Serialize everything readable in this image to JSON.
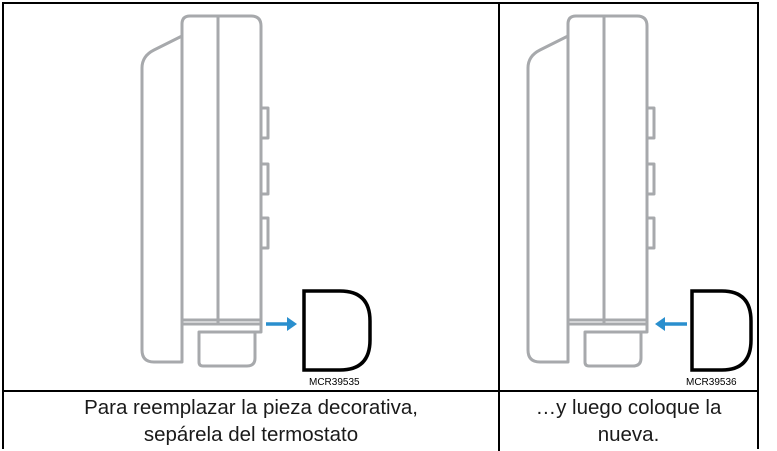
{
  "panels": [
    {
      "code": "MCR39535",
      "arrow_direction": "right",
      "caption_line1": "Para reemplazar la pieza decorativa,",
      "caption_line2": "sepárela del termostato"
    },
    {
      "code": "MCR39536",
      "arrow_direction": "left",
      "caption_line1": "…y luego coloque la",
      "caption_line2": "nueva."
    }
  ],
  "colors": {
    "device_outline": "#a7a9ac",
    "arrow": "#2a8fce",
    "trim_outline": "#000000",
    "border": "#000000"
  }
}
